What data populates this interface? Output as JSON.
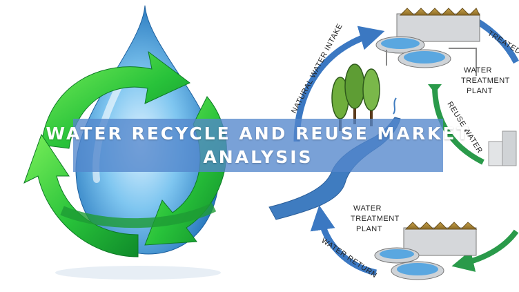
{
  "banner": {
    "line1": "WATER RECYCLE AND REUSE MARKET",
    "line2": "ANALYSIS"
  },
  "diagram": {
    "natural_intake": "NATURAL WATER INTAKE",
    "treated": "TREATED",
    "plant_top": [
      "WATER",
      "TREATMENT",
      "PLANT"
    ],
    "reuse_water": "REUSE WATER",
    "plant_bottom": [
      "WATER",
      "TREATMENT",
      "PLANT"
    ],
    "water_return": "WATER RETURN"
  },
  "colors": {
    "banner": "#5387cc",
    "cycle_blue": "#3b78c2",
    "cycle_green": "#2a9a4a",
    "river": "#3f7cc0",
    "recycle_green": "#35c83a",
    "drop_blue": "#2f95d6"
  }
}
